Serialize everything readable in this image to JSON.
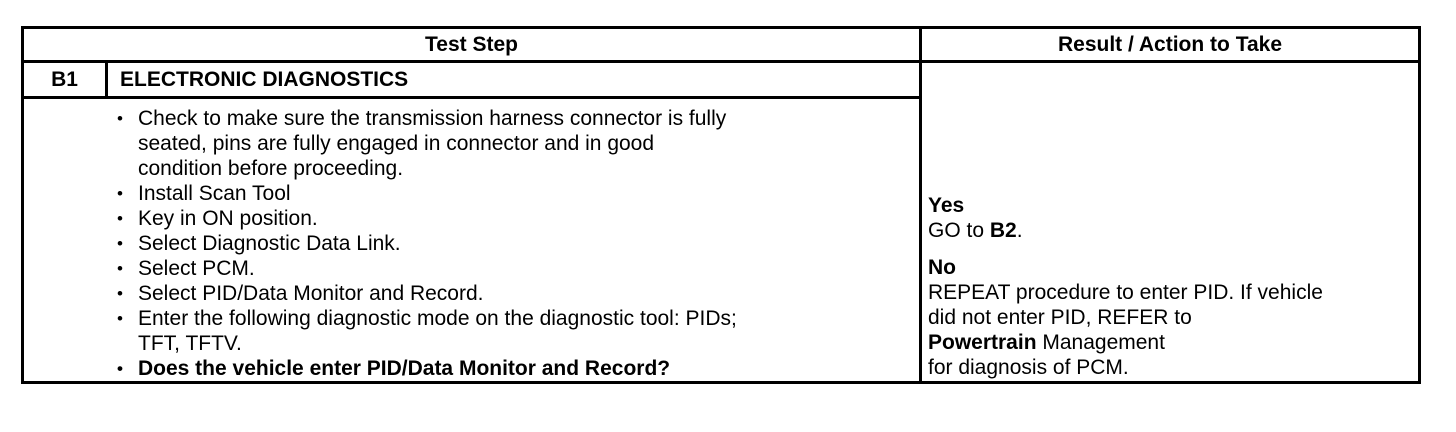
{
  "table": {
    "header": {
      "test_step": "Test Step",
      "result": "Result / Action to Take"
    },
    "step_id": "B1",
    "step_title": "ELECTRONIC DIAGNOSTICS",
    "bullets": [
      {
        "bold": false,
        "lines": [
          "Check to make sure the transmission harness connector is fully",
          "seated, pins are fully engaged in connector and in good",
          "condition before proceeding."
        ]
      },
      {
        "bold": false,
        "lines": [
          "Install Scan Tool"
        ]
      },
      {
        "bold": false,
        "lines": [
          "Key in ON position."
        ]
      },
      {
        "bold": false,
        "lines": [
          "Select Diagnostic Data Link."
        ]
      },
      {
        "bold": false,
        "lines": [
          "Select PCM."
        ]
      },
      {
        "bold": false,
        "lines": [
          "Select PID/Data Monitor and Record."
        ]
      },
      {
        "bold": false,
        "lines": [
          "Enter the following diagnostic mode on the diagnostic tool: PIDs;",
          "TFT, TFTV."
        ]
      },
      {
        "bold": true,
        "lines": [
          "Does the vehicle enter PID/Data Monitor and Record?"
        ]
      }
    ],
    "result_blocks": [
      {
        "name": "yes",
        "lines": [
          [
            {
              "t": "Yes",
              "b": true
            }
          ],
          [
            {
              "t": "GO to ",
              "b": false
            },
            {
              "t": "B2",
              "b": true
            },
            {
              "t": ".",
              "b": false
            }
          ]
        ]
      },
      {
        "name": "no",
        "lines": [
          [
            {
              "t": "No",
              "b": true
            }
          ],
          [
            {
              "t": "REPEAT procedure to enter PID. If vehicle",
              "b": false
            }
          ],
          [
            {
              "t": "did not enter PID, REFER to",
              "b": false
            }
          ],
          [
            {
              "t": "Powertrain ",
              "b": true
            },
            {
              "t": "Management",
              "b": false
            }
          ],
          [
            {
              "t": "for diagnosis of PCM.",
              "b": false
            }
          ]
        ]
      }
    ]
  },
  "colors": {
    "border": "#000000",
    "text": "#000000",
    "background": "#ffffff"
  }
}
